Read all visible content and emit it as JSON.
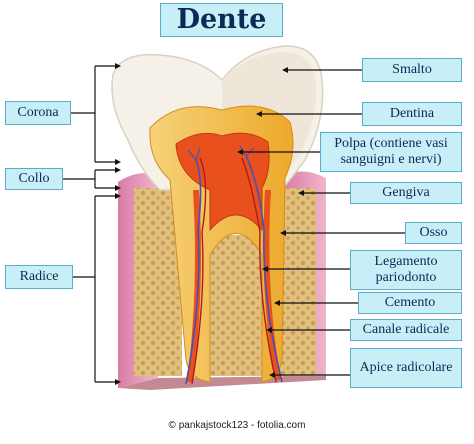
{
  "title": "Dente",
  "left_labels": {
    "corona": "Corona",
    "collo": "Collo",
    "radice": "Radice"
  },
  "right_labels": {
    "smalto": "Smalto",
    "dentina": "Dentina",
    "polpa": "Polpa (contiene vasi sanguigni e nervi)",
    "gengiva": "Gengiva",
    "osso": "Osso",
    "legamento": "Legamento pariodonto",
    "cemento": "Cemento",
    "canale": "Canale radicale",
    "apice": "Apice radicolare"
  },
  "credit": "© pankajstock123 - fotolia.com",
  "colors": {
    "label_bg": "#c8eef8",
    "label_border": "#5aaecb",
    "label_text": "#0b2a54",
    "enamel": "#f4f0e6",
    "dentin": "#f2c23a",
    "pulp": "#e8461c",
    "gum": "#e79ab8",
    "bone": "#dcb874"
  }
}
